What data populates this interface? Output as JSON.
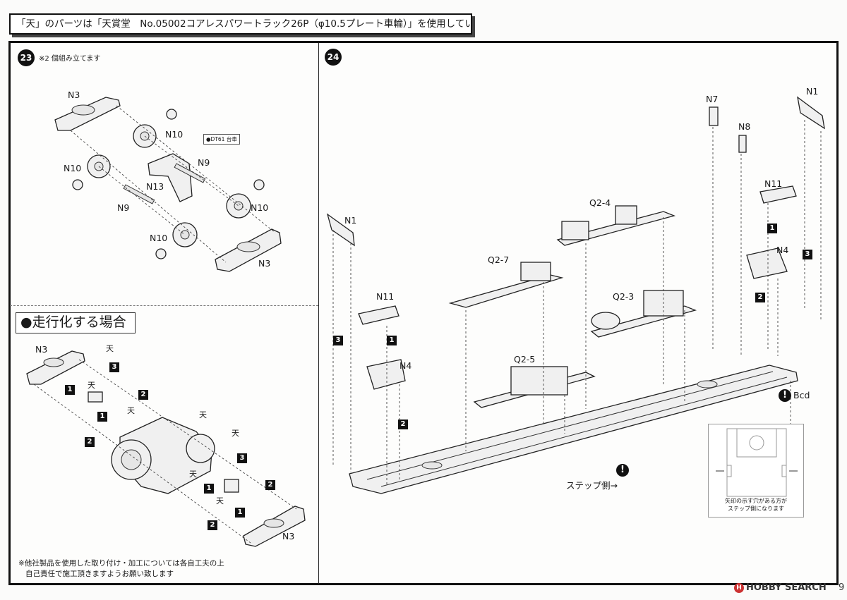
{
  "header": {
    "text": "「天」のパーツは「天賞堂　No.05002コアレスパワートラック26P（φ10.5プレート車輪）」を使用しています"
  },
  "step23": {
    "number": "23",
    "note": "※2 個組み立てます",
    "badge": "●DT61 台車",
    "parts": [
      "N3",
      "N10",
      "N9",
      "N10",
      "N13",
      "N9",
      "N10",
      "N10",
      "N3"
    ]
  },
  "running": {
    "title": "●走行化する場合",
    "ten": "天",
    "parts": [
      "N3",
      "N3"
    ],
    "steps": [
      "1",
      "2",
      "3"
    ],
    "footnote_line1": "※他社製品を使用した取り付け・加工については各自工夫の上",
    "footnote_line2": "自己責任で施工頂きますようお願い致します"
  },
  "step24": {
    "number": "24",
    "parts": {
      "n1_left": "N1",
      "n1_right": "N1",
      "n7": "N7",
      "n8": "N8",
      "n11_left": "N11",
      "n11_right": "N11",
      "n4_left": "N4",
      "n4_right": "N4",
      "q2_4": "Q2-4",
      "q2_7": "Q2-7",
      "q2_3": "Q2-3",
      "q2_5": "Q2-5"
    },
    "bcd": "Bcd",
    "step_side": "ステップ側→",
    "detail_caption_line1": "矢印の示す穴がある方が",
    "detail_caption_line2": "ステップ側になります"
  },
  "footer": {
    "watermark": "HOBBY SEARCH",
    "page": "9"
  }
}
